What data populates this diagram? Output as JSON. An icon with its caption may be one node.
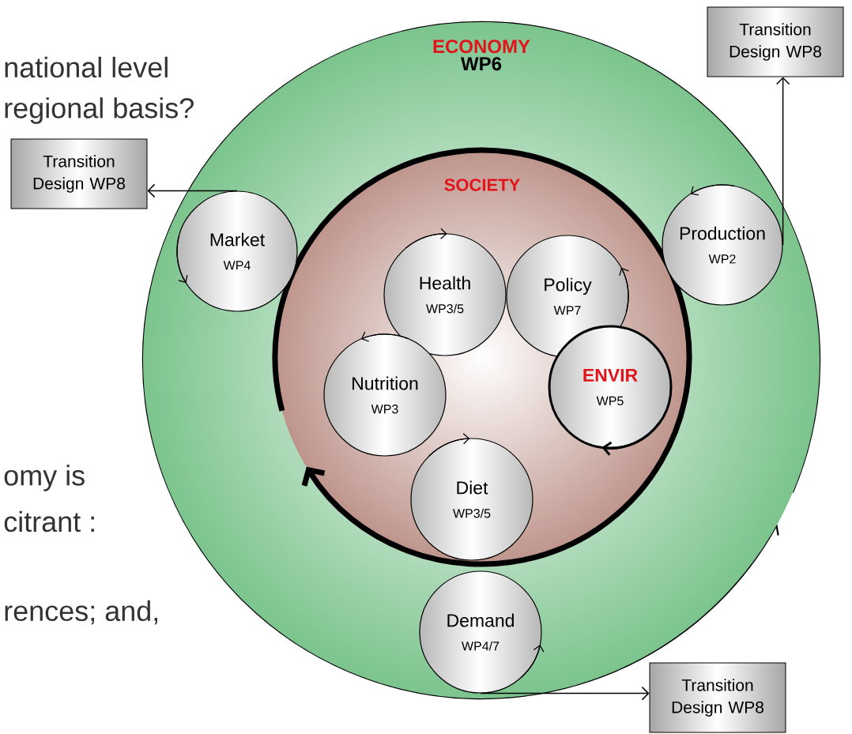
{
  "diagram": {
    "nodes": [
      {
        "text": [
          "ECONOMY",
          "WP6"
        ]
      },
      {
        "text": [
          "SOCIETY"
        ],
        "in": 0
      },
      {
        "text": [
          "Market",
          "WP4"
        ],
        "in": 0
      },
      {
        "text": [
          "Production",
          "WP2"
        ],
        "in": 0
      },
      {
        "text": [
          "Health",
          "WP3/5"
        ],
        "in": 1
      },
      {
        "text": [
          "Policy",
          "WP7"
        ],
        "in": 1
      },
      {
        "text": [
          "Nutrition",
          "WP3"
        ],
        "in": 1
      },
      {
        "text": [
          "ENVIR",
          "WP5"
        ],
        "in": 1
      },
      {
        "text": [
          "Diet",
          "WP3/5"
        ],
        "in": 1
      },
      {
        "text": [
          "Demand",
          "WP4/7"
        ],
        "in": 0
      },
      {
        "text": [
          "Transition Design WP8"
        ]
      },
      {
        "text": [
          "Transition Design WP8"
        ]
      },
      {
        "text": [
          "Transition Design WP8"
        ]
      }
    ],
    "edges": [
      {
        "from": 2,
        "to": 10,
        "arrow": "to"
      },
      {
        "from": 3,
        "to": 11,
        "arrow": "to"
      },
      {
        "from": 9,
        "to": 12,
        "arrow": "to"
      }
    ],
    "labels": [
      "national level",
      "regional basis?",
      "omy is",
      "citrant :",
      "rences; and,"
    ]
  }
}
